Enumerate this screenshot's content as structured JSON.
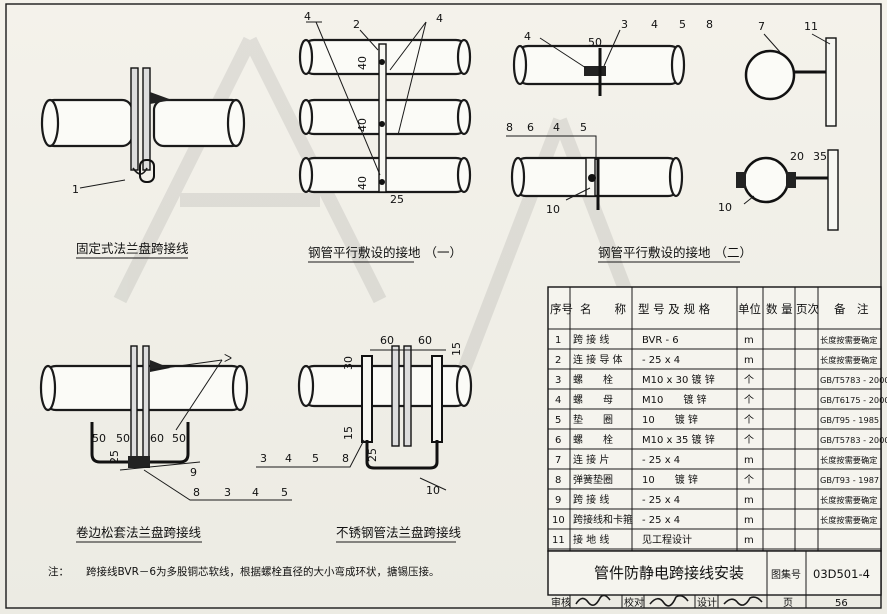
{
  "captions": {
    "fig1": "固定式法兰盘跨接线",
    "fig2": "钢管平行敷设的接地 （一）",
    "fig3": "钢管平行敷设的接地 （二）",
    "fig4": "卷边松套法兰盘跨接线",
    "fig5": "不锈钢管法兰盘跨接线"
  },
  "callouts": {
    "fig1": [
      "1"
    ],
    "fig2": [
      "4",
      "2",
      "4",
      "40",
      "40",
      "40",
      "25"
    ],
    "fig3_top": [
      "4",
      "50",
      "3",
      "4",
      "5",
      "8",
      "7",
      "11"
    ],
    "fig3_bottom": [
      "8",
      "6",
      "4",
      "5",
      "10",
      "10",
      "20",
      "35"
    ],
    "fig4": [
      "50",
      "50",
      "60",
      "50",
      "25",
      "9",
      "8",
      "3",
      "4",
      "5"
    ],
    "fig5": [
      "60",
      "60",
      "30",
      "15",
      "15",
      "25",
      "3",
      "4",
      "5",
      "8",
      "10"
    ]
  },
  "table": {
    "headers": {
      "no": "序号",
      "name": "名　　称",
      "spec": "型 号 及 规 格",
      "unit": "单位",
      "qty": "数 量",
      "page": "页次",
      "remark": "备　注"
    },
    "rows": [
      {
        "no": "1",
        "name": "跨 接 线",
        "spec": "BVR - 6",
        "unit": "m",
        "remark": "长度按需要确定"
      },
      {
        "no": "2",
        "name": "连 接 导 体",
        "spec": "- 25 x 4",
        "unit": "m",
        "remark": "长度按需要确定"
      },
      {
        "no": "3",
        "name": "螺　　栓",
        "spec": "M10 x 30 镀 锌",
        "unit": "个",
        "remark": "GB/T5783 - 2000"
      },
      {
        "no": "4",
        "name": "螺　　母",
        "spec": "M10　　镀 锌",
        "unit": "个",
        "remark": "GB/T6175 - 2000"
      },
      {
        "no": "5",
        "name": "垫　　圈",
        "spec": "10　　镀 锌",
        "unit": "个",
        "remark": "GB/T95 - 1985"
      },
      {
        "no": "6",
        "name": "螺　　栓",
        "spec": "M10 x 35 镀 锌",
        "unit": "个",
        "remark": "GB/T5783 - 2000"
      },
      {
        "no": "7",
        "name": "连 接 片",
        "spec": "- 25 x 4",
        "unit": "m",
        "remark": "长度按需要确定"
      },
      {
        "no": "8",
        "name": "弹簧垫圈",
        "spec": "10　　镀 锌",
        "unit": "个",
        "remark": "GB/T93 - 1987"
      },
      {
        "no": "9",
        "name": "跨 接 线",
        "spec": "- 25 x 4",
        "unit": "m",
        "remark": "长度按需要确定"
      },
      {
        "no": "10",
        "name": "跨接线和卡箍",
        "spec": "- 25 x 4",
        "unit": "m",
        "remark": "长度按需要确定"
      },
      {
        "no": "11",
        "name": "接 地 线",
        "spec": "见工程设计",
        "unit": "m",
        "remark": ""
      }
    ]
  },
  "title_block": {
    "title": "管件防静电跨接线安装",
    "atlas_label": "图集号",
    "atlas_no": "03D501-4",
    "review": "审核",
    "check": "校对",
    "design": "设计",
    "page_label": "页",
    "page_no": "56"
  },
  "note": {
    "label": "注：",
    "text": "跨接线BVR－6为多股铜芯软线，根据螺栓直径的大小弯成环状，搪锡压接。"
  }
}
